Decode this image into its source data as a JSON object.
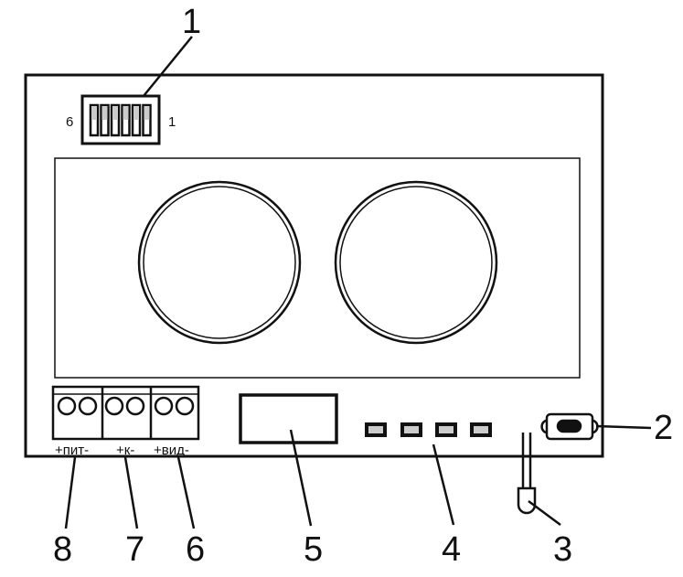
{
  "dip_switch": {
    "left_label": "6",
    "right_label": "1",
    "count": 6
  },
  "terminal_labels": [
    "+пит-",
    "+к-",
    "+вид-"
  ],
  "callouts": [
    "1",
    "2",
    "3",
    "4",
    "5",
    "6",
    "7",
    "8"
  ],
  "colors": {
    "line": "#111111",
    "fill_gray": "#cccccc"
  }
}
